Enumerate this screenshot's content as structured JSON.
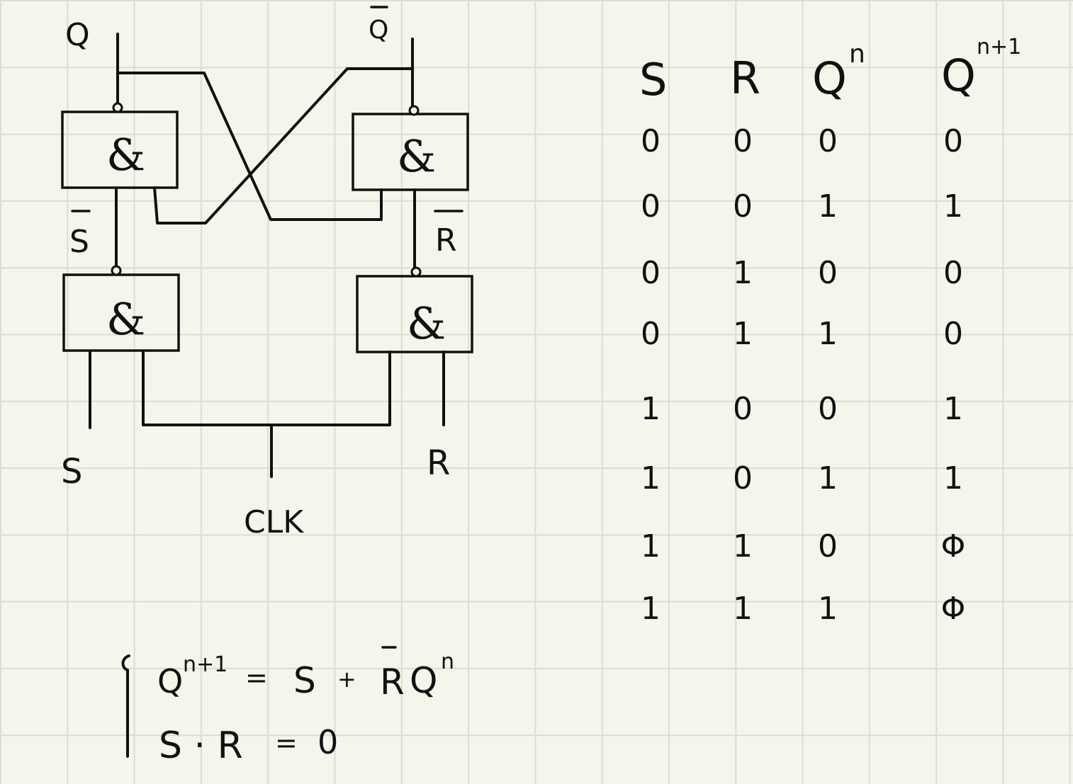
{
  "circuit": {
    "output_q": "Q",
    "output_q_bar": "Q",
    "gate_symbol": "&",
    "input_s_bar": "S",
    "input_r_bar": "R",
    "input_s": "S",
    "input_r": "R",
    "clock": "CLK"
  },
  "truth_table": {
    "headers": [
      {
        "base": "S",
        "sup": ""
      },
      {
        "base": "R",
        "sup": ""
      },
      {
        "base": "Q",
        "sup": "n"
      },
      {
        "base": "Q",
        "sup": "n+1"
      }
    ],
    "rows": [
      [
        "0",
        "0",
        "0",
        "0"
      ],
      [
        "0",
        "0",
        "1",
        "1"
      ],
      [
        "0",
        "1",
        "0",
        "0"
      ],
      [
        "0",
        "1",
        "1",
        "0"
      ],
      [
        "1",
        "0",
        "0",
        "1"
      ],
      [
        "1",
        "0",
        "1",
        "1"
      ],
      [
        "1",
        "1",
        "0",
        "Φ"
      ],
      [
        "1",
        "1",
        "1",
        "Φ"
      ]
    ]
  },
  "equations": {
    "eq1": {
      "lhs": "Q",
      "lhs_sup": "n+1",
      "eq": "=",
      "t1": "S",
      "plus": "+",
      "rbar": "R",
      "q": "Q",
      "q_sup": "n"
    },
    "eq2": {
      "text": "S · R",
      "eq": "=",
      "rhs": "0"
    }
  }
}
